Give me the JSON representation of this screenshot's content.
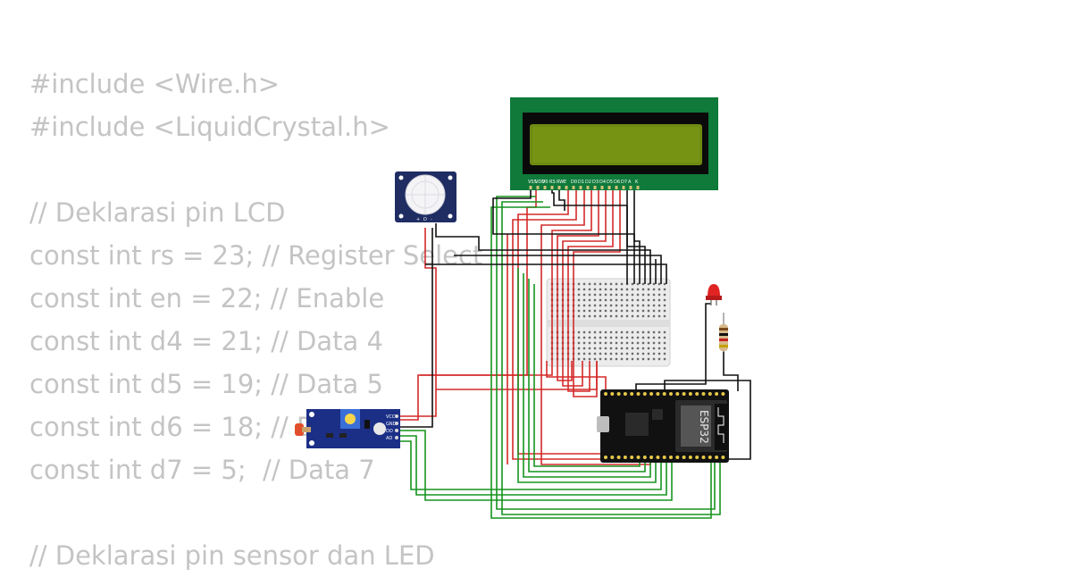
{
  "code_lines": [
    "#include <Wire.h>",
    "#include <LiquidCrystal.h>",
    "",
    "// Deklarasi pin LCD",
    "const int rs = 23; // Register Select",
    "const int en = 22; // Enable",
    "const int d4 = 21; // Data 4",
    "const int d5 = 19; // Data 5",
    "const int d6 = 18; // Data 6",
    "const int d7 = 5;  // Data 7",
    "",
    "// Deklarasi pin sensor dan LED"
  ],
  "components": {
    "lcd": {
      "pin_labels": [
        "VSS",
        "VDD",
        "V0",
        "RS",
        "RW",
        "E",
        "D0",
        "D1",
        "D2",
        "D3",
        "D4",
        "D5",
        "D6",
        "D7",
        "A",
        "K"
      ],
      "bezel_color": "#0f7a3a",
      "screen_color": "#6e8a12"
    },
    "pir_sensor": {
      "pin_labels": [
        "+",
        "D",
        "-"
      ]
    },
    "ldr_module": {
      "pin_labels": [
        "VCC",
        "GND",
        "DO",
        "AO"
      ]
    },
    "esp32": {
      "label": "ESP32"
    },
    "colors": {
      "red_wire": "#d42a2a",
      "green_wire": "#17941f",
      "black_wire": "#111111"
    }
  }
}
